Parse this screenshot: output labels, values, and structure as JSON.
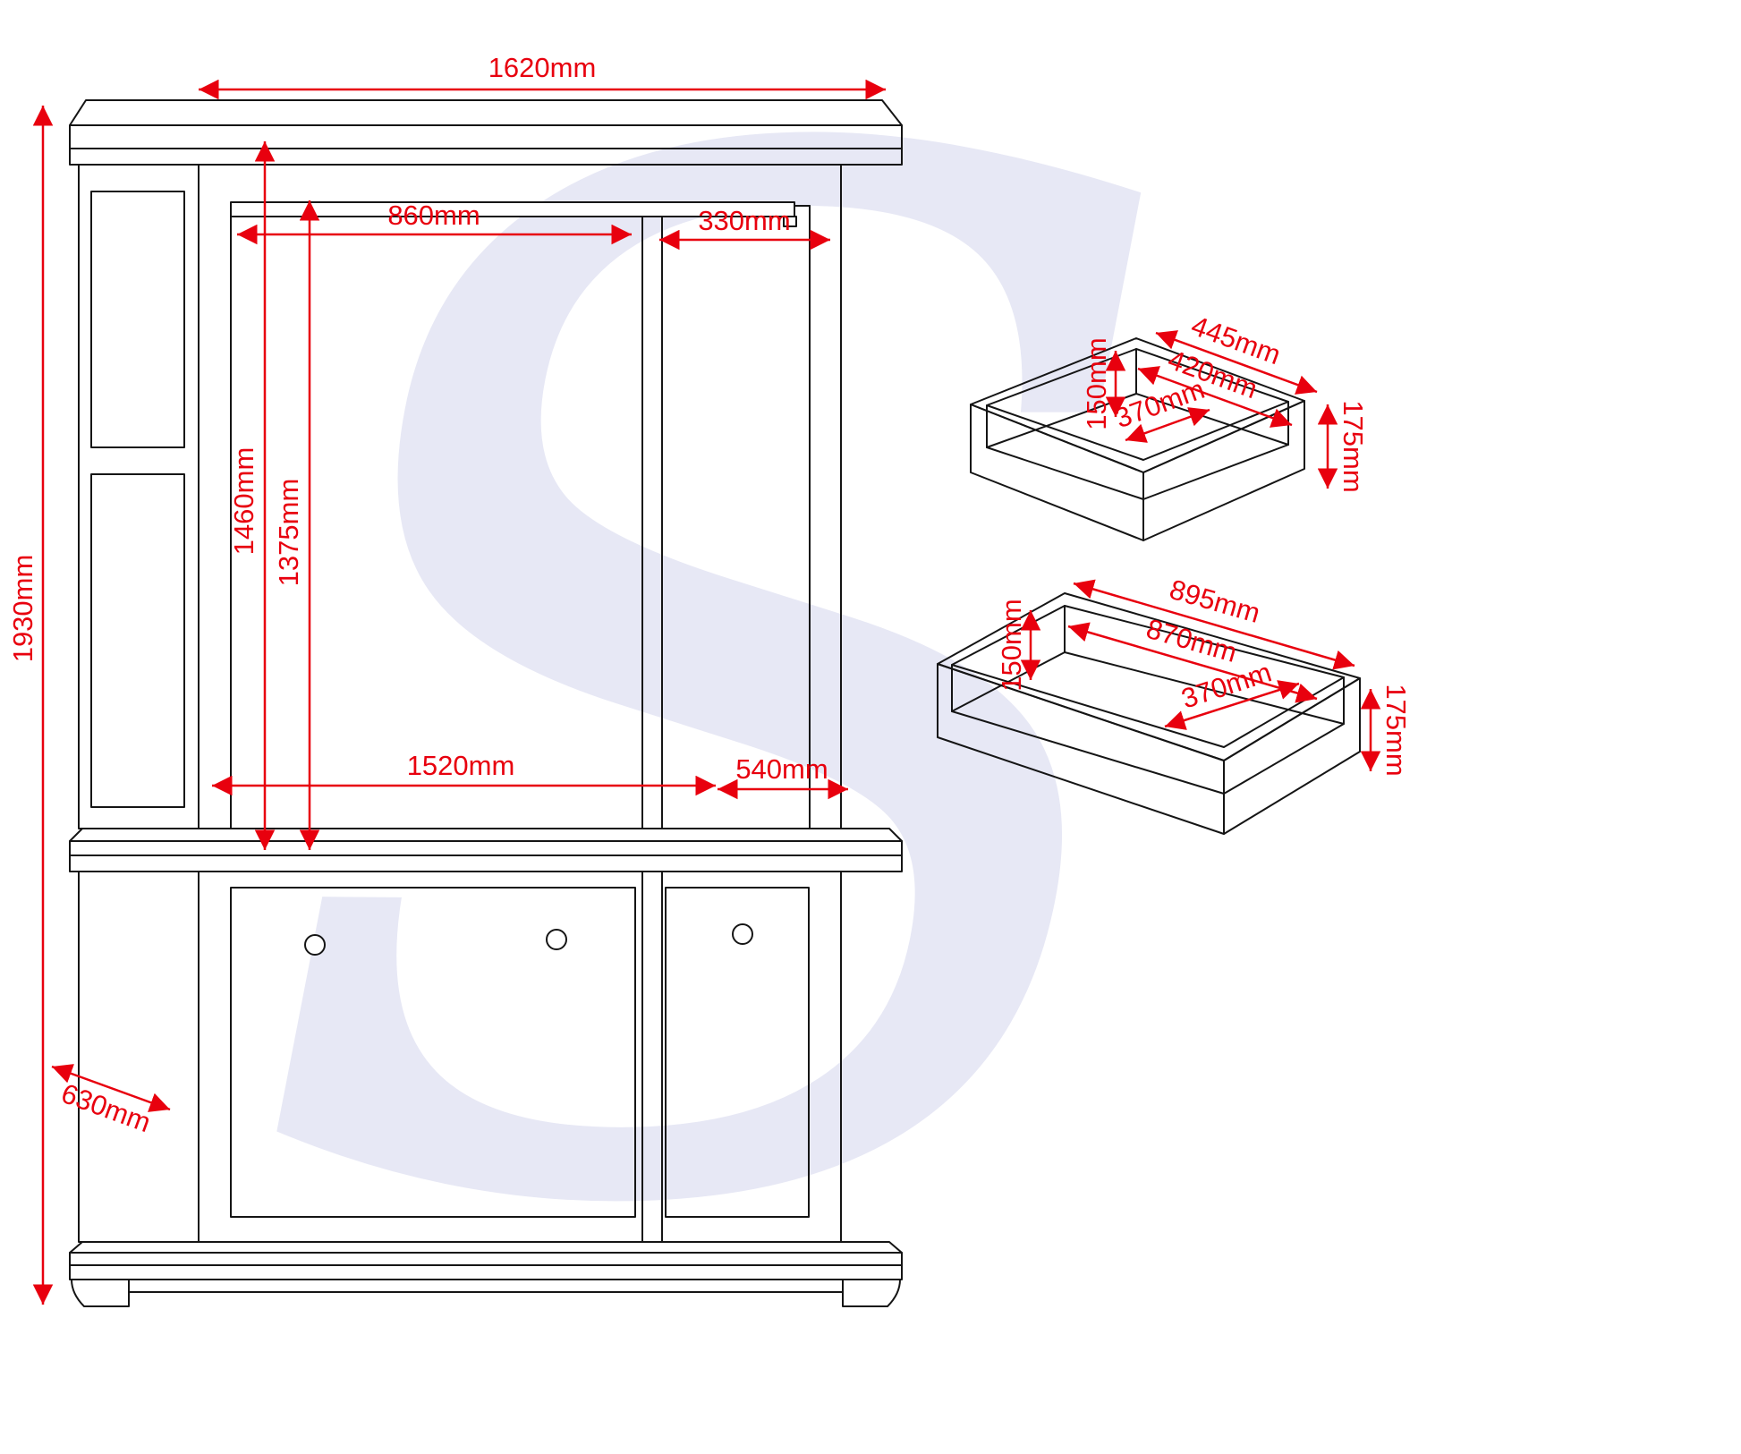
{
  "watermark_letter": "S",
  "colors": {
    "dimension_red": "#e8000e",
    "line_black": "#151515",
    "watermark": "#e7e8f5"
  },
  "wardrobe_dims": {
    "overall_width": "1620mm",
    "overall_height": "1930mm",
    "overall_depth": "630mm",
    "left_rail_width": "860mm",
    "right_rail_width": "330mm",
    "interior_height_full": "1460mm",
    "interior_height_under_rail": "1375mm",
    "interior_width": "1520mm",
    "right_section_width": "540mm"
  },
  "small_drawer_dims": {
    "outer_width": "445mm",
    "inner_width": "420mm",
    "inner_depth": "370mm",
    "inner_height": "150mm",
    "outer_height": "175mm"
  },
  "large_drawer_dims": {
    "outer_width": "895mm",
    "inner_width": "870mm",
    "inner_depth": "370mm",
    "inner_height": "150mm",
    "outer_height": "175mm"
  }
}
